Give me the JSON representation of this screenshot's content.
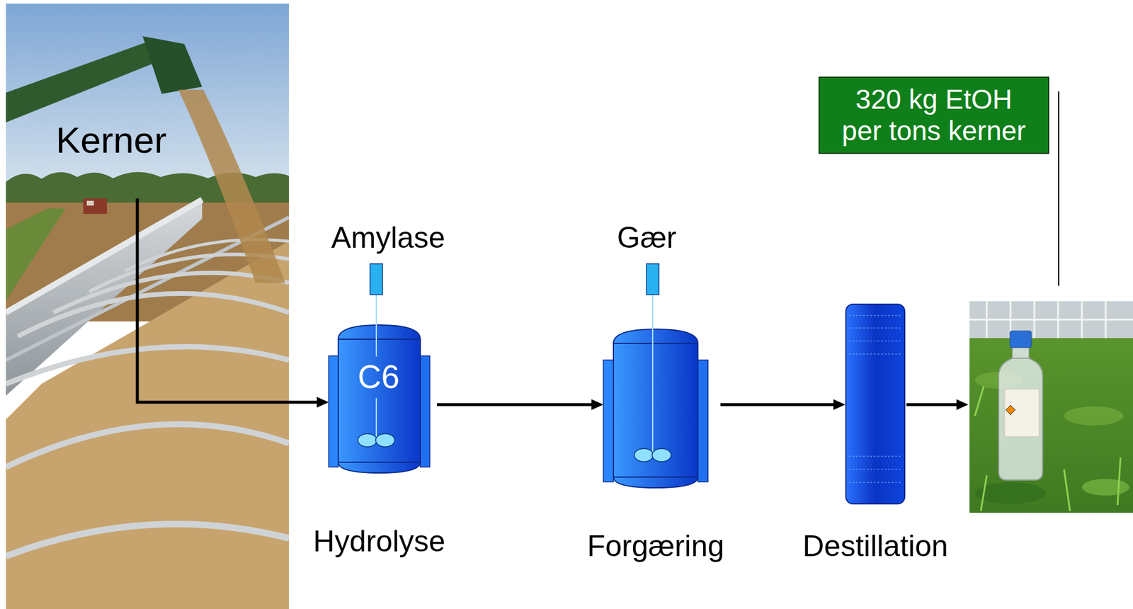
{
  "diagram": {
    "nodes": [
      {
        "text": [
          "Kerner"
        ]
      },
      {
        "text": [
          "C6",
          "Hydrolyse"
        ]
      },
      {
        "text": [
          "Forgæring"
        ]
      },
      {
        "text": [
          "Destillation"
        ]
      },
      {
        "text": [
          "320 kg EtOH per tons kerner"
        ]
      }
    ],
    "edges": [
      {
        "from": 0,
        "to": 1,
        "arrow": "to"
      },
      {
        "from": 1,
        "to": 2,
        "arrow": "to"
      },
      {
        "from": 2,
        "to": 3,
        "arrow": "to"
      }
    ],
    "labels": [
      "Amylase",
      "Gær"
    ]
  }
}
